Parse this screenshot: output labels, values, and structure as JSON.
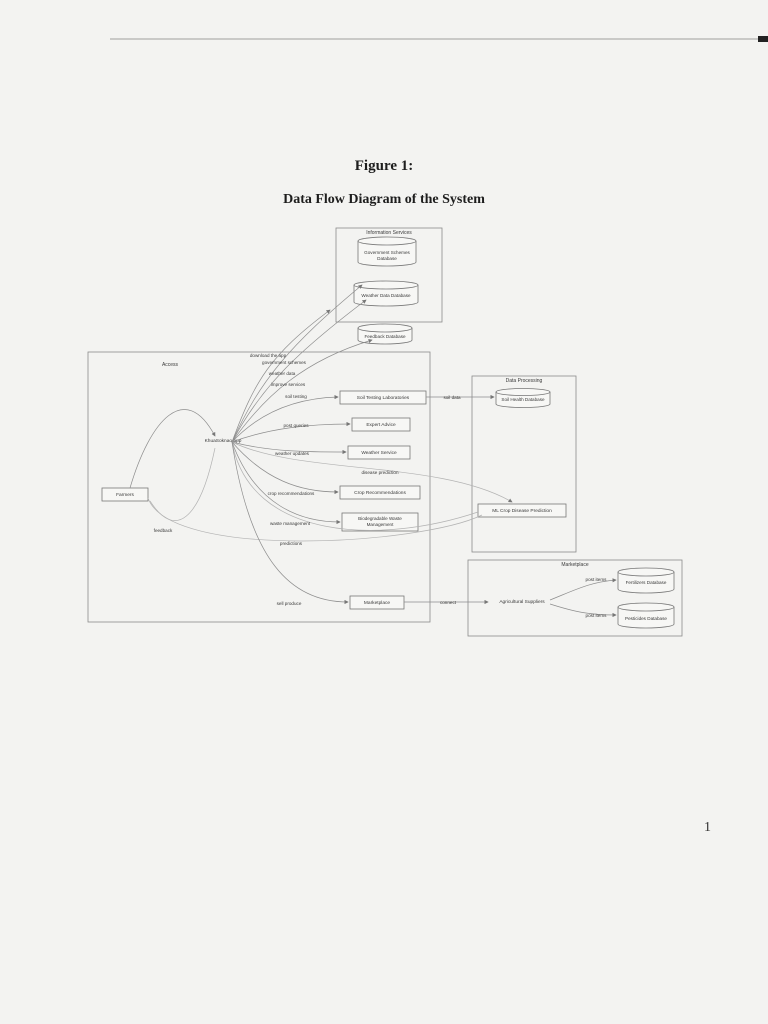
{
  "figure": {
    "label": "Figure 1:",
    "caption": "Data Flow Diagram of the System",
    "page_number": "1"
  },
  "groups": {
    "information_services": "Information Services",
    "access": "Access",
    "data_processing": "Data Processing",
    "marketplace": "Marketplace"
  },
  "nodes": {
    "gov_schemes_db": [
      "Government Schemes",
      "Database"
    ],
    "weather_data_db": "Weather Data Database",
    "feedback_db": "Feedback Database",
    "farmers": "Farmers",
    "app_hub": "KhuaSoknao app",
    "soil_testing_labs": "Soil Testing Laboratories",
    "expert_advice": "Expert Advice",
    "weather_service": "Weather Service",
    "crop_recommendations": "Crop Recommendations",
    "waste_management": [
      "Biodegradable Waste",
      "Management"
    ],
    "marketplace_node": "Marketplace",
    "soil_health_db": "Soil Health Database",
    "ml_crop_disease": "ML Crop Disease Prediction",
    "agricultural_suppliers": "Agricultural Suppliers",
    "fertilizers_db": "Fertilizers Database",
    "pesticides_db": "Pesticides Database"
  },
  "edges": {
    "download_app": "download the app",
    "government_schemes": "government schemes",
    "weather_data": "weather data",
    "improve_services": "improve services",
    "soil_testing": "soil testing",
    "post_queries": "post queries",
    "weather_updates": "weather updates",
    "disease_prediction": "disease prediction",
    "crop_recommendations": "crop recommendations",
    "waste_management": "waste management",
    "feedback": "feedback",
    "predictions": "predictions",
    "sell_produce": "sell produce",
    "soil_data": "soil data",
    "connect": "connect",
    "post_items_1": "post items",
    "post_items_2": "post items"
  }
}
